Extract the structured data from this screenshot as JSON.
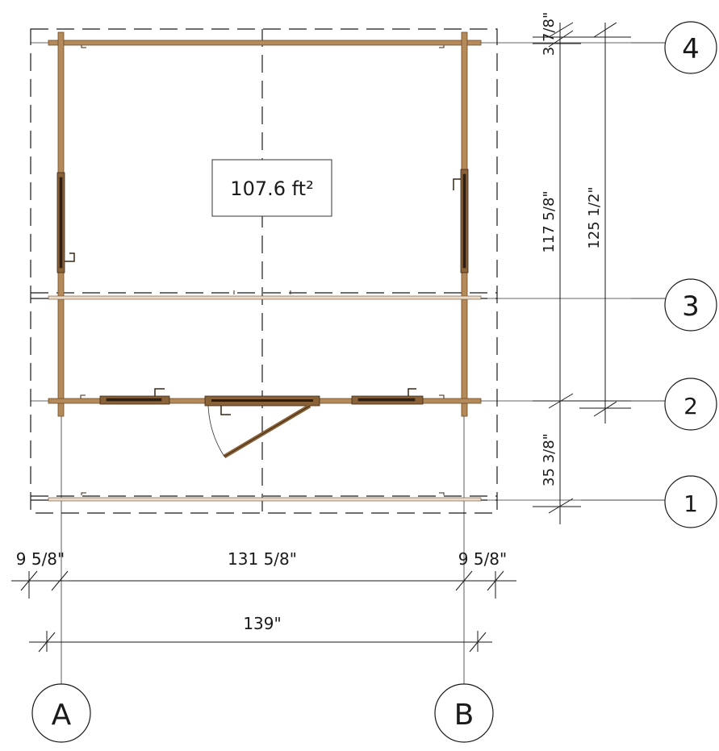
{
  "room": {
    "area_label": "107.6 ft²"
  },
  "grid": {
    "horizontal": [
      "4",
      "3",
      "2",
      "1"
    ],
    "vertical": [
      "A",
      "B"
    ]
  },
  "dimensions": {
    "right_inner": [
      "3 7/8\"",
      "117 5/8\"",
      "35 3/8\""
    ],
    "right_outer": "125 1/2\"",
    "bottom_row1": [
      "9 5/8\"",
      "131 5/8\"",
      "9 5/8\""
    ],
    "bottom_row2": "139\""
  },
  "colors": {
    "wood": "#b58a5a",
    "wood_dark": "#6e4b2a",
    "line": "#1a1a1a"
  }
}
